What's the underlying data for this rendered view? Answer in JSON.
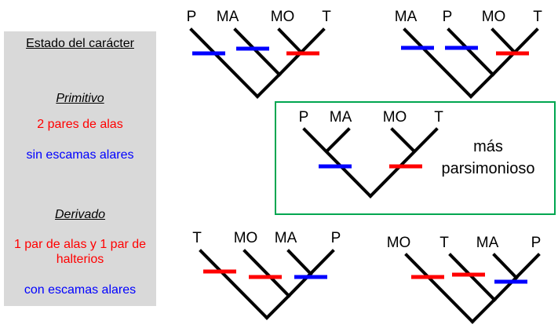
{
  "colors": {
    "primitive": "#ff0000",
    "derived": "#0000ff",
    "legend_bg": "#d9d9d9",
    "highlight_border": "#00a650",
    "line": "#000000"
  },
  "legend": {
    "title": "Estado del carácter",
    "primitive": {
      "heading": "Primitivo",
      "traits": [
        "2 pares de alas",
        "sin escamas alares"
      ]
    },
    "derived": {
      "heading": "Derivado",
      "traits": [
        "1 par de alas y 1 par de halterios",
        "con escamas alares"
      ]
    }
  },
  "trees": [
    {
      "taxa": [
        "P",
        "MA",
        "MO",
        "T"
      ],
      "changes": [
        "derived",
        "derived",
        "primitive"
      ]
    },
    {
      "taxa": [
        "MA",
        "P",
        "MO",
        "T"
      ],
      "changes": [
        "derived",
        "derived",
        "primitive"
      ]
    },
    {
      "taxa": [
        "P",
        "MA",
        "MO",
        "T"
      ],
      "changes": [
        "derived",
        "primitive"
      ],
      "note": [
        "más",
        "parsimonioso"
      ]
    },
    {
      "taxa": [
        "T",
        "MO",
        "MA",
        "P"
      ],
      "changes": [
        "primitive",
        "primitive",
        "derived"
      ]
    },
    {
      "taxa": [
        "MO",
        "T",
        "MA",
        "P"
      ],
      "changes": [
        "primitive",
        "primitive",
        "derived"
      ]
    }
  ]
}
